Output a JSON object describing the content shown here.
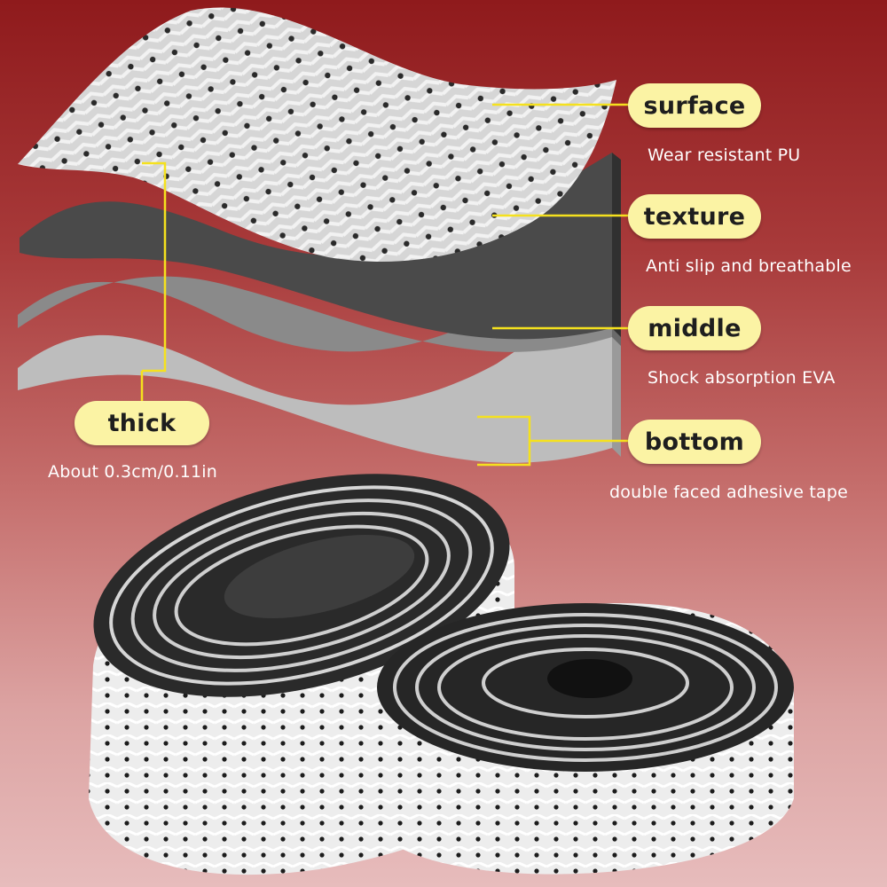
{
  "layers": [
    {
      "name": "surface",
      "description": "Wear resistant PU"
    },
    {
      "name": "texture",
      "description": "Anti slip and breathable"
    },
    {
      "name": "middle",
      "description": "Shock absorption EVA"
    },
    {
      "name": "bottom",
      "description": "double faced adhesive tape"
    }
  ],
  "thickness": {
    "label": "thick",
    "value": "About 0.3cm/0.11in"
  },
  "colors": {
    "background_top": "#8f1a1c",
    "background_bottom": "#e7bcbc",
    "pill": "#fbf3a4",
    "leader_line": "#f5e11e",
    "tape": "#ececec"
  }
}
